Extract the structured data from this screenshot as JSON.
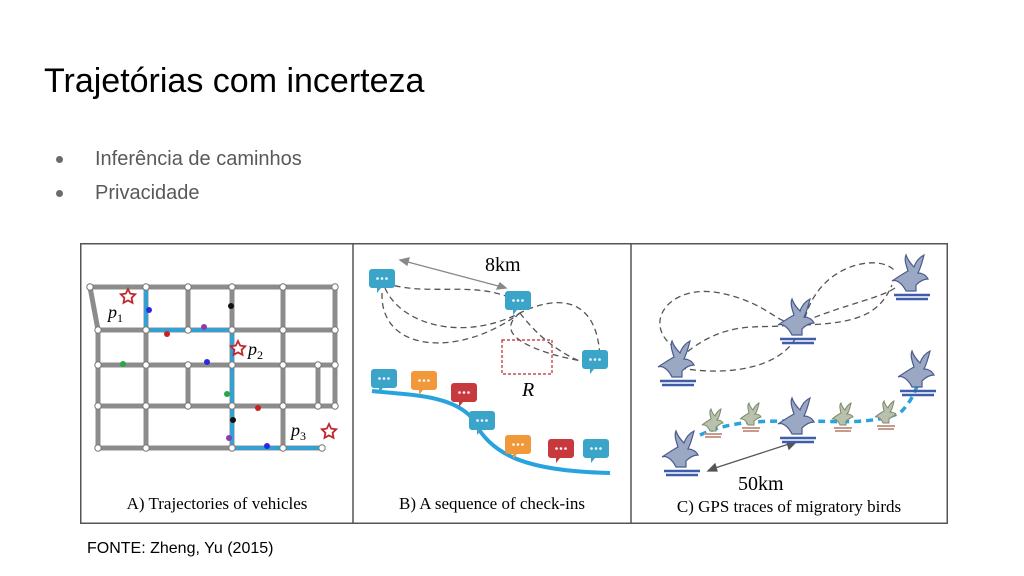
{
  "slide": {
    "title": "Trajetórias com incerteza",
    "bullets": [
      "Inferência de caminhos",
      "Privacidade"
    ],
    "source": "FONTE:  Zheng, Yu (2015)"
  },
  "figure": {
    "panel_a": {
      "caption": "A) Trajectories of vehicles",
      "labels": [
        "p1",
        "p2",
        "p3"
      ]
    },
    "panel_b": {
      "caption": "B) A sequence of check-ins",
      "distance_label": "8km",
      "region_label": "R"
    },
    "panel_c": {
      "caption": "C) GPS traces of migratory birds",
      "distance_label": "50km"
    }
  },
  "colors": {
    "road": "#8c8c8c",
    "trajectory": "#29a3dd",
    "star": "#c0282e",
    "checkin_blue": "#3aa4c9",
    "checkin_orange": "#f0983a",
    "checkin_red": "#c8393e",
    "bird": "#4a5b8c"
  },
  "icons": [
    "star-icon",
    "checkin-bubble-icon",
    "bird-icon",
    "bullet-dot-icon"
  ]
}
